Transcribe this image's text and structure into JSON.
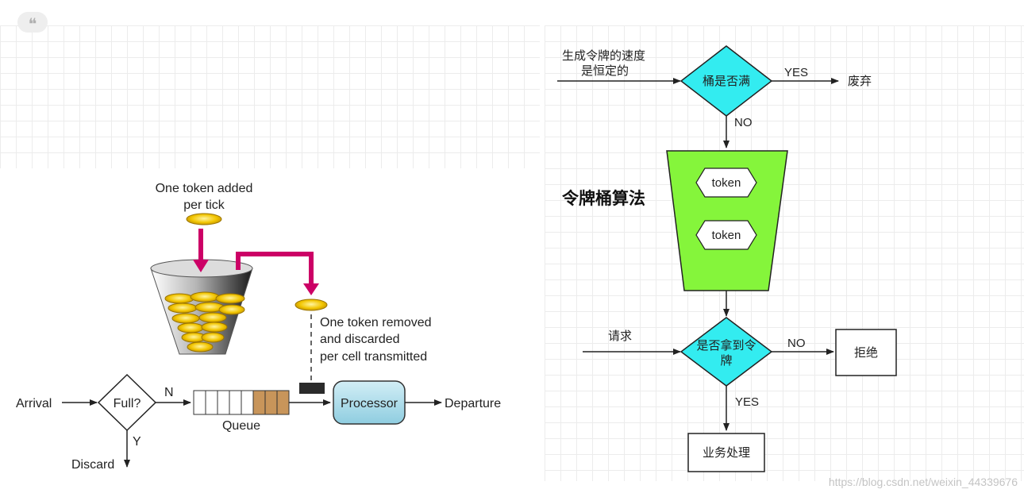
{
  "left": {
    "token_added": [
      "One token added",
      "per tick"
    ],
    "token_removed": [
      "One token removed",
      "and discarded",
      "per cell transmitted"
    ],
    "arrival": "Arrival",
    "full_decision": "Full?",
    "branch_no": "N",
    "branch_yes": "Y",
    "discard": "Discard",
    "queue": "Queue",
    "processor": "Processor",
    "departure": "Departure"
  },
  "right": {
    "rate_note": [
      "生成令牌的速度",
      "是恒定的"
    ],
    "bucket_full": "桶是否满",
    "yes_top": "YES",
    "discard": "废弃",
    "no_top": "NO",
    "title": "令牌桶算法",
    "tokens": [
      "token",
      "token"
    ],
    "request": "请求",
    "get_token": [
      "是否拿到令",
      "牌"
    ],
    "no_bottom": "NO",
    "reject": "拒绝",
    "yes_bottom": "YES",
    "process": "业务处理"
  },
  "watermark": "https://blog.csdn.net/weixin_44339676",
  "colors": {
    "decision_fill": "#33ecf0",
    "bucket_fill": "#85f53b",
    "arrow_magenta": "#cc0066",
    "coin_gold": "#f2c500",
    "processor_fill": "#a9dce9",
    "queue_filled": "#c8955a"
  }
}
